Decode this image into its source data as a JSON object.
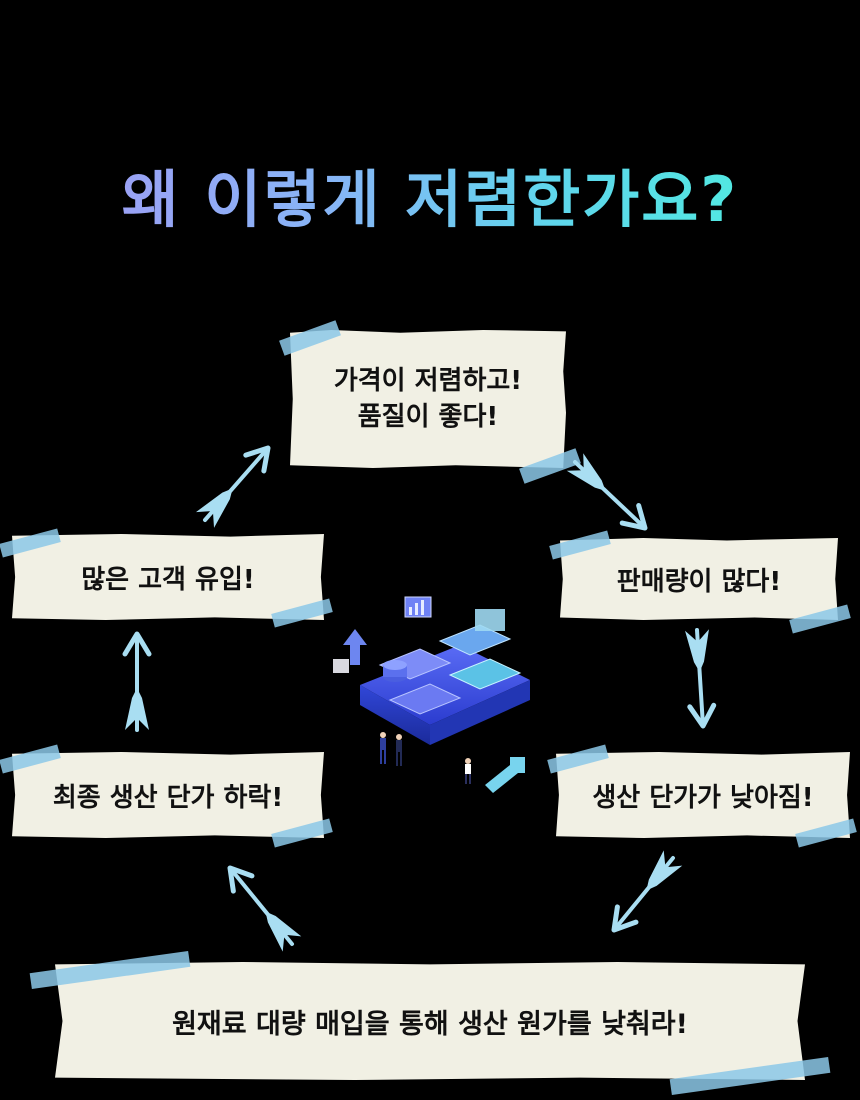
{
  "title": "왜 이렇게 저렴한가요?",
  "nodes": {
    "top": "가격이 저렴하고!\n품질이 좋다!",
    "right": "판매량이 많다!",
    "right_mid": "생산 단가가 낮아짐!",
    "bottom": "원재료 대량 매입을 통해 생산 원가를 낮춰라!",
    "left_mid": "최종 생산 단가 하락!",
    "left": "많은 고객 유입!"
  },
  "colors": {
    "note_bg": "#f1f0e4",
    "tape": "#8cc8e8",
    "arrow": "#a9def2",
    "title_gradient": [
      "#9aa2f5",
      "#52e8e2"
    ]
  },
  "icons": [
    "arrow-icon",
    "isometric-platform-illustration"
  ]
}
